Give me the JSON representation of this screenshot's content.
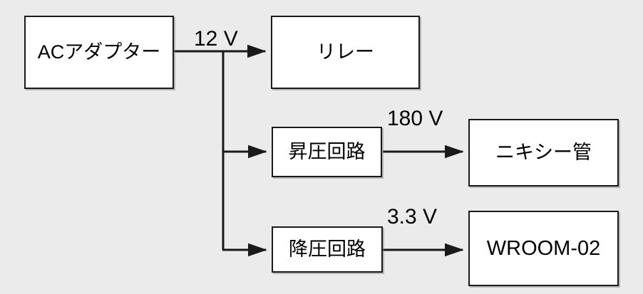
{
  "diagram": {
    "type": "block-diagram",
    "background_color": "#ebebeb",
    "box_fill_color": "#ffffff",
    "line_color": "#1a1a1a",
    "nodes": [
      {
        "id": "ac-adapter",
        "label": "ACアダプター"
      },
      {
        "id": "relay",
        "label": "リレー"
      },
      {
        "id": "boost",
        "label": "昇圧回路"
      },
      {
        "id": "nixie",
        "label": "ニキシー管"
      },
      {
        "id": "buck",
        "label": "降圧回路"
      },
      {
        "id": "wroom",
        "label": "WROOM-02"
      }
    ],
    "edges": [
      {
        "from": "ac-adapter",
        "to": "relay",
        "label": "12 V"
      },
      {
        "from": "ac-adapter",
        "to": "boost",
        "label": ""
      },
      {
        "from": "ac-adapter",
        "to": "buck",
        "label": ""
      },
      {
        "from": "boost",
        "to": "nixie",
        "label": "180 V"
      },
      {
        "from": "buck",
        "to": "wroom",
        "label": "3.3 V"
      }
    ],
    "edge_labels": {
      "supply": "12 V",
      "boosted": "180 V",
      "bucked": "3.3 V"
    }
  }
}
